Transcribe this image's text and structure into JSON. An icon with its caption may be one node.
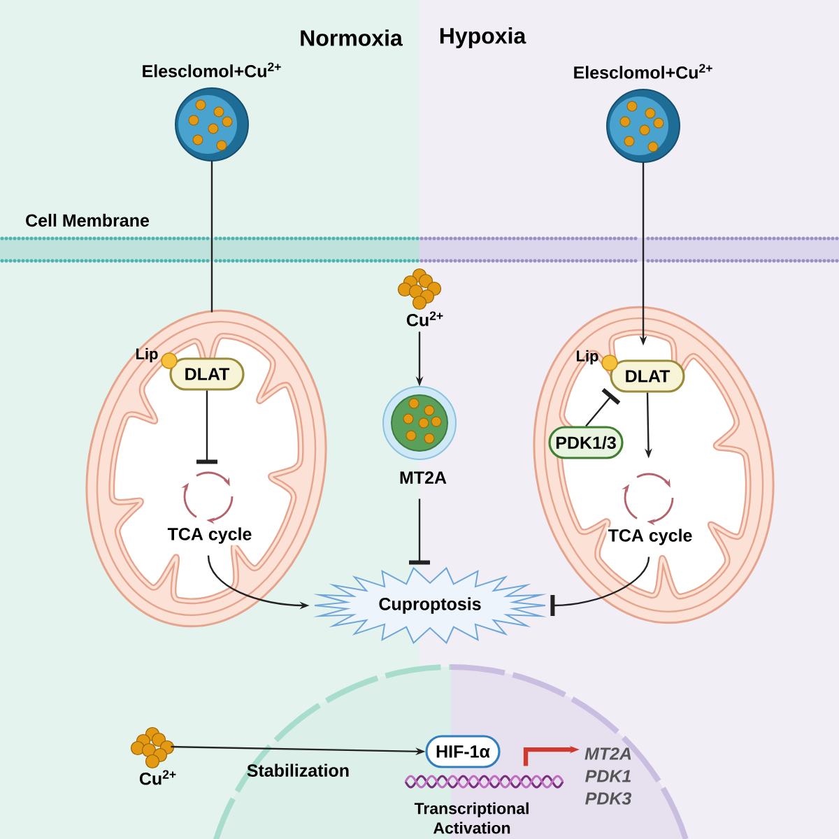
{
  "diagram": {
    "nodes": [
      {
        "text": [
          "Elesclomol+Cu$^{2+}$"
        ]
      },
      {
        "text": [
          "Elesclomol+Cu$^{2+}$"
        ]
      },
      {
        "text": [],
        "shape": "picture"
      },
      {
        "text": [
          "DLAT"
        ],
        "in": 2,
        "beside": [
          "Lip"
        ]
      },
      {
        "text": [
          "TCA cycle"
        ],
        "in": 2
      },
      {
        "text": [
          "Cu$^{2+}$"
        ]
      },
      {
        "text": [
          "MT2A"
        ]
      },
      {
        "text": [
          "Cuproptosis"
        ]
      },
      {
        "text": [],
        "shape": "picture"
      },
      {
        "text": [
          "DLAT"
        ],
        "in": 8,
        "beside": [
          "Lip"
        ]
      },
      {
        "text": [
          "PDK1/3"
        ],
        "in": 8
      },
      {
        "text": [
          "TCA cycle"
        ],
        "in": 8
      },
      {
        "text": [
          "Cu$^{2+}$"
        ]
      },
      {
        "text": [
          "HIF-1α"
        ]
      },
      {
        "text": [
          "Transcriptional Activation"
        ]
      },
      {
        "text": [
          "MT2A",
          "PDK1",
          "PDK3"
        ]
      }
    ],
    "edges": [
      {
        "from": 0,
        "to": 2,
        "arrow": "none"
      },
      {
        "from": 1,
        "to": 9,
        "arrow": "to"
      },
      {
        "from": 3,
        "to": 4,
        "arrow": "other"
      },
      {
        "from": 4,
        "to": 7,
        "arrow": "to"
      },
      {
        "from": 5,
        "to": 6,
        "arrow": "to"
      },
      {
        "from": 6,
        "to": 7,
        "arrow": "other"
      },
      {
        "from": 9,
        "to": 11,
        "arrow": "to"
      },
      {
        "from": 10,
        "to": 9,
        "arrow": "other"
      },
      {
        "from": 11,
        "to": 7,
        "arrow": "other"
      },
      {
        "from": 12,
        "to": 13,
        "arrow": "to",
        "label": "Stabilization"
      },
      {
        "from": 14,
        "to": 15,
        "arrow": "to",
        "style": "thick",
        "color": "#d0392b"
      }
    ],
    "labels": [
      "Normoxia",
      "Hypoxia",
      "Cell Membrane"
    ]
  }
}
